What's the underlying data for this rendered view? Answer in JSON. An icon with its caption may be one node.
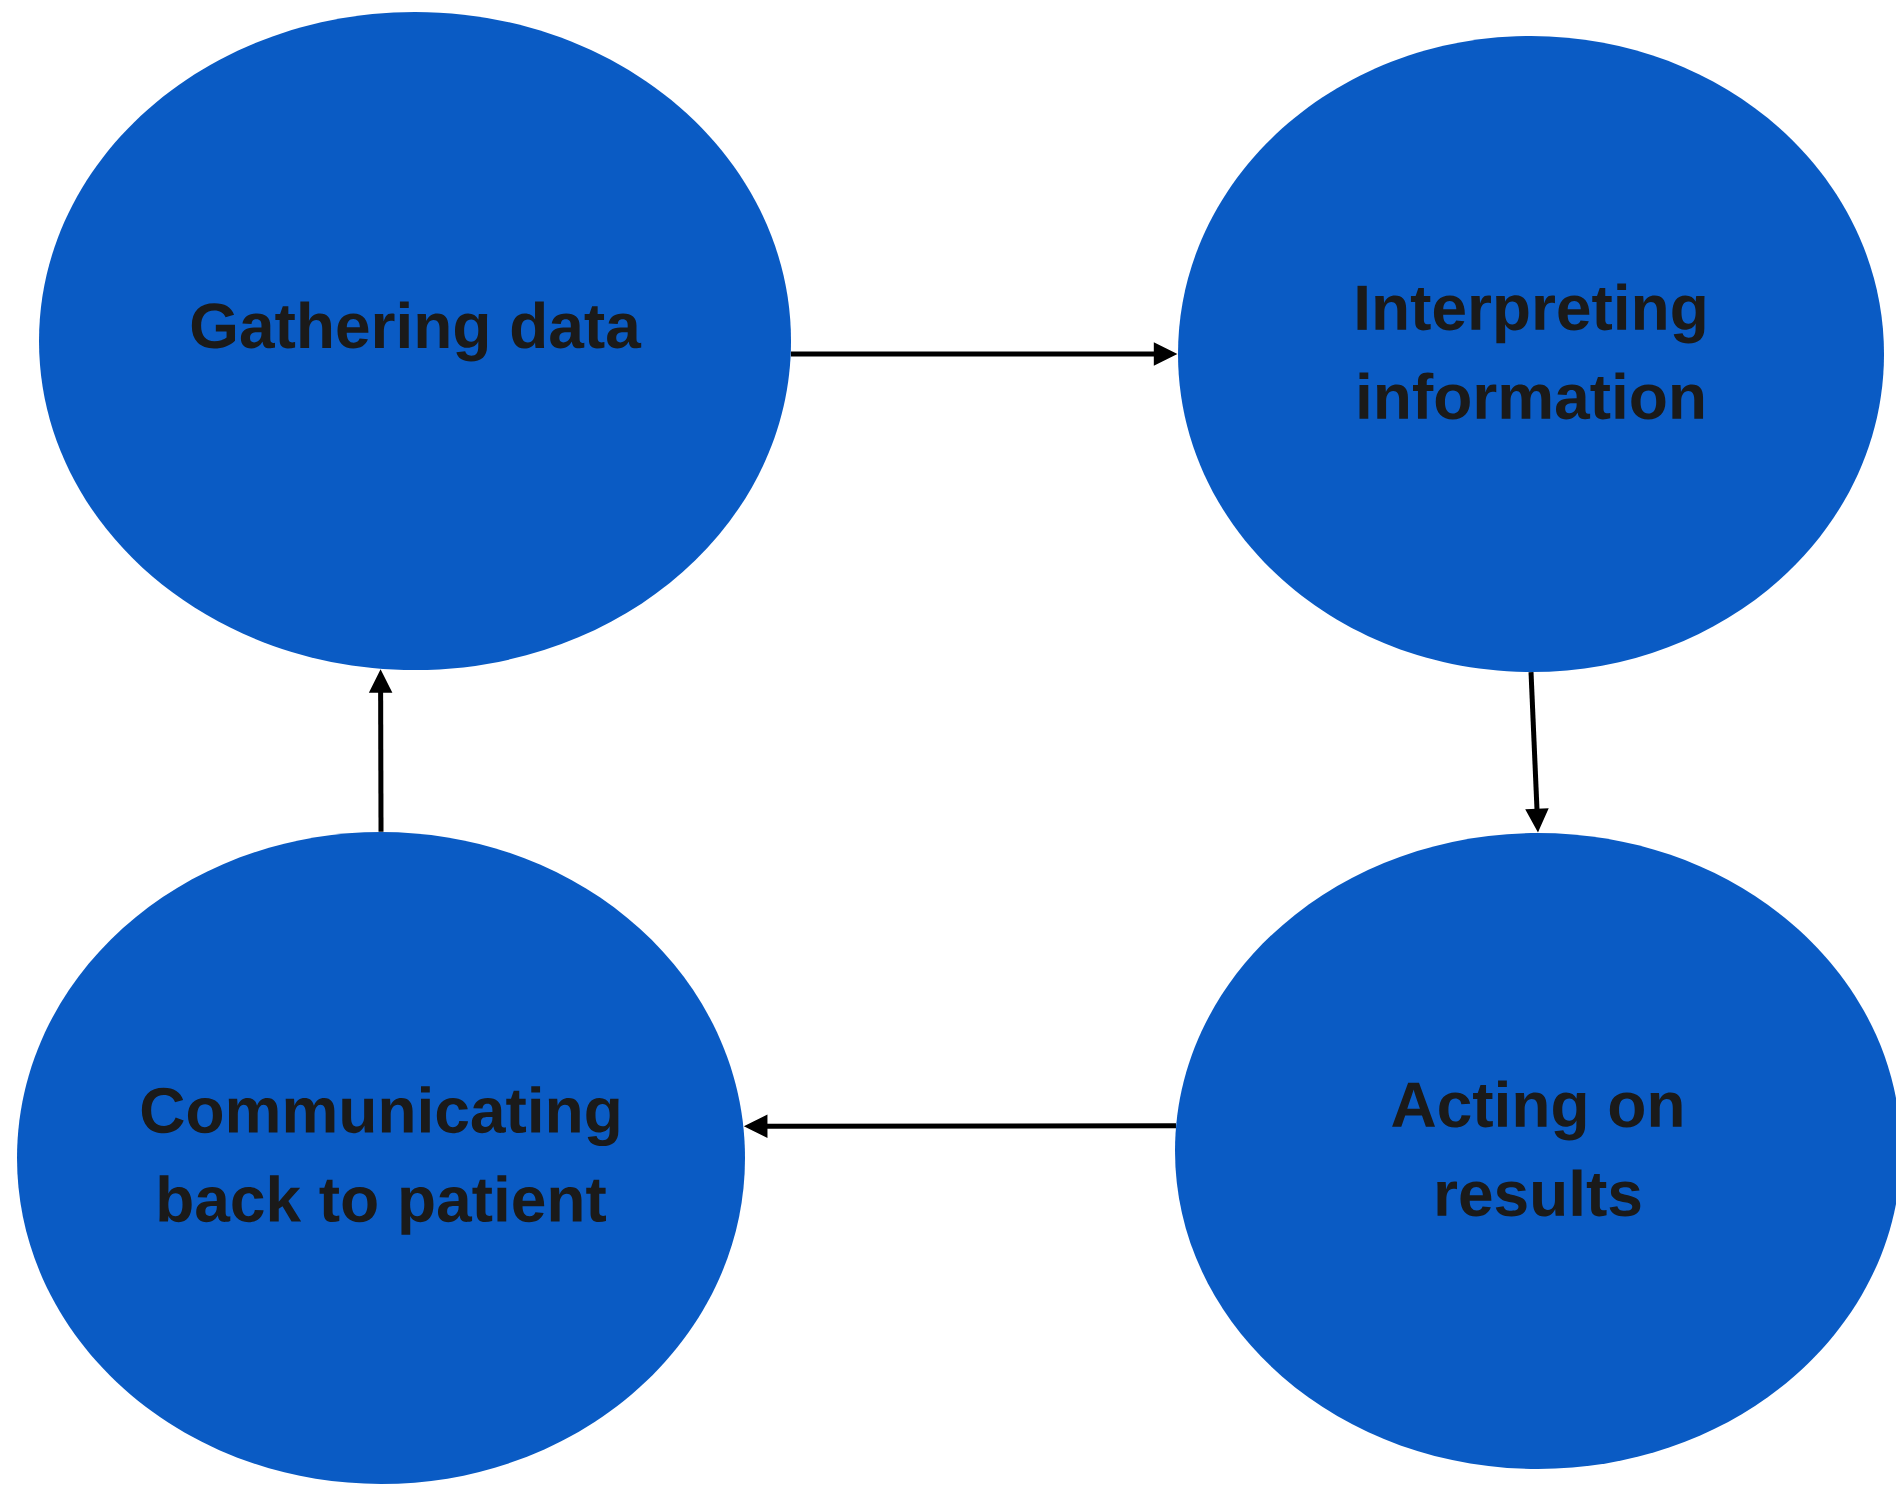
{
  "diagram": {
    "nodes": [
      {
        "text": [
          "Gathering data"
        ]
      },
      {
        "text": [
          "Interpreting information"
        ]
      },
      {
        "text": [
          "Communicating back to patient"
        ]
      },
      {
        "text": [
          "Acting on results"
        ]
      }
    ],
    "edges": [
      {
        "from": 0,
        "to": 1,
        "arrow": "to"
      },
      {
        "from": 1,
        "to": 3,
        "arrow": "to"
      },
      {
        "from": 3,
        "to": 2,
        "arrow": "to"
      },
      {
        "from": 2,
        "to": 0,
        "arrow": "to"
      }
    ]
  }
}
